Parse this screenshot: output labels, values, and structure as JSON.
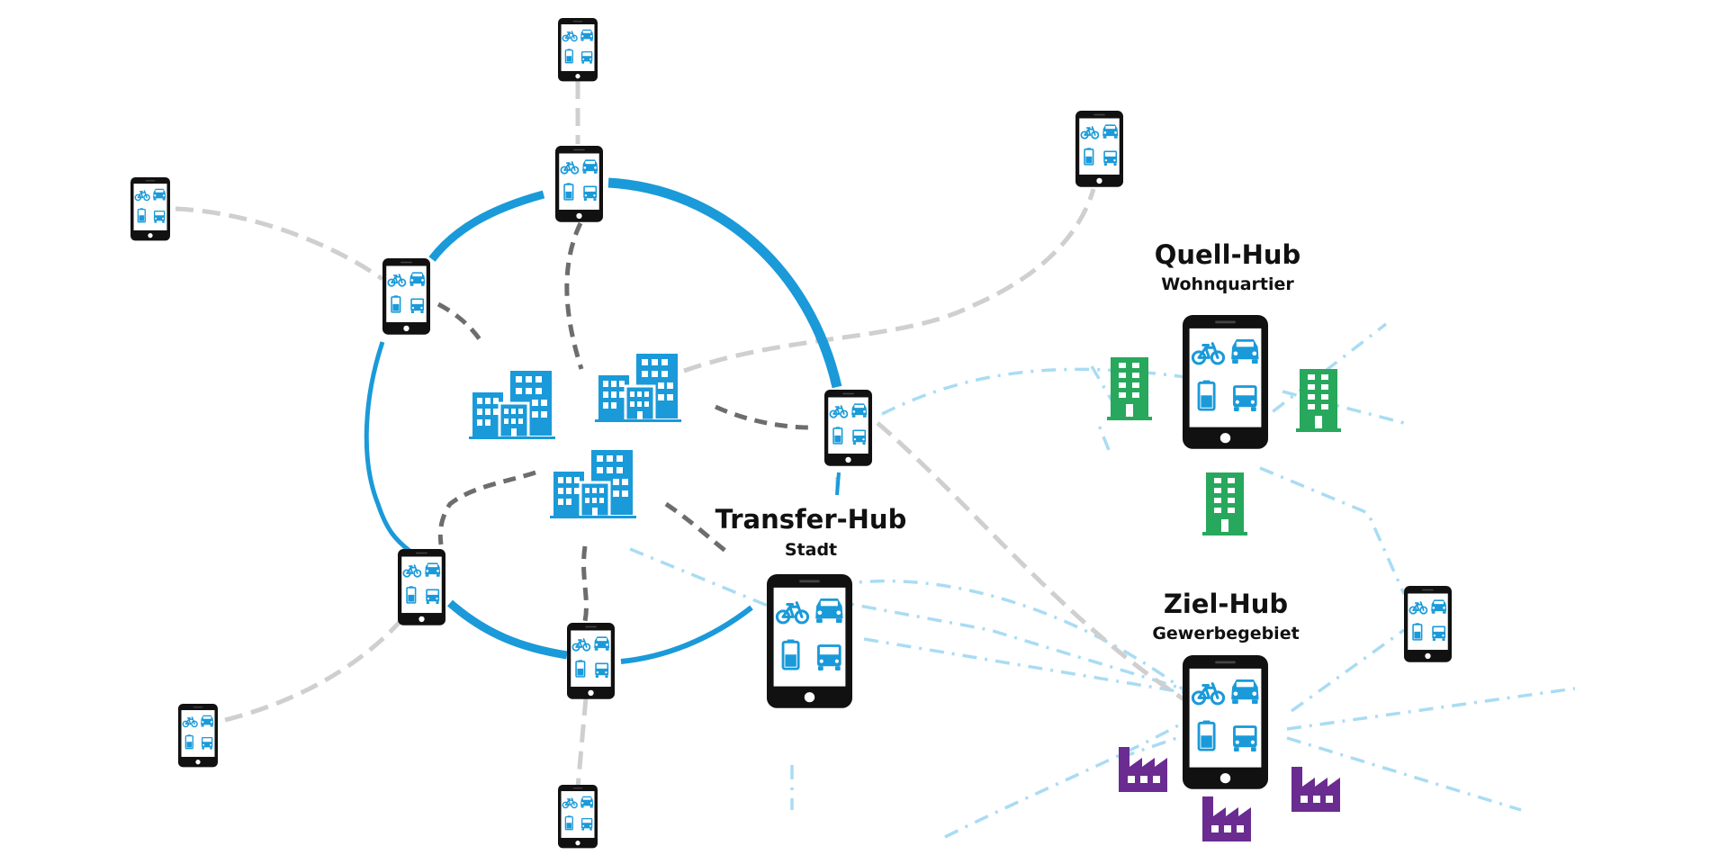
{
  "colors": {
    "primary_blue": "#1a9ad9",
    "light_blue": "#a9dcf3",
    "light_gray": "#cfcfcf",
    "dark_gray": "#6d6d6d",
    "green": "#27a85c",
    "purple": "#6a2c90",
    "device": "#111111"
  },
  "icons": [
    "phone-icon",
    "bicycle-icon",
    "car-icon",
    "battery-icon",
    "bus-icon",
    "building-icon",
    "factory-icon"
  ],
  "hubs": {
    "transfer": {
      "title": "Transfer-Hub",
      "subtitle": "Stadt"
    },
    "quell": {
      "title": "Quell-Hub",
      "subtitle": "Wohnquartier"
    },
    "ziel": {
      "title": "Ziel-Hub",
      "subtitle": "Gewerbegebiet"
    }
  }
}
